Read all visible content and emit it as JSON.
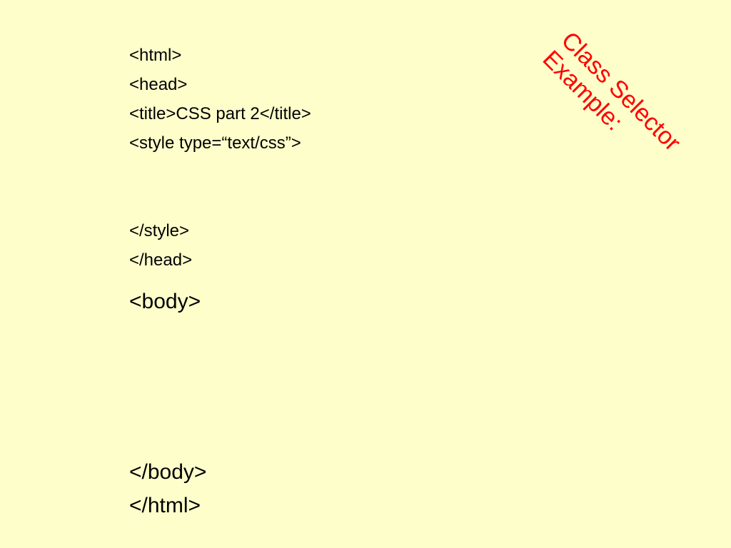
{
  "slide": {
    "background": "#fefecb",
    "title_color": "#ff0000",
    "title_lines": [
      "Class Selector",
      "Example:"
    ],
    "code_lines": [
      "<html>",
      "<head>",
      "<title>CSS part 2</title>",
      "<style type=“text/css”>",
      "</style>",
      "</head>",
      "<body>",
      "</body>",
      "</html>"
    ]
  }
}
